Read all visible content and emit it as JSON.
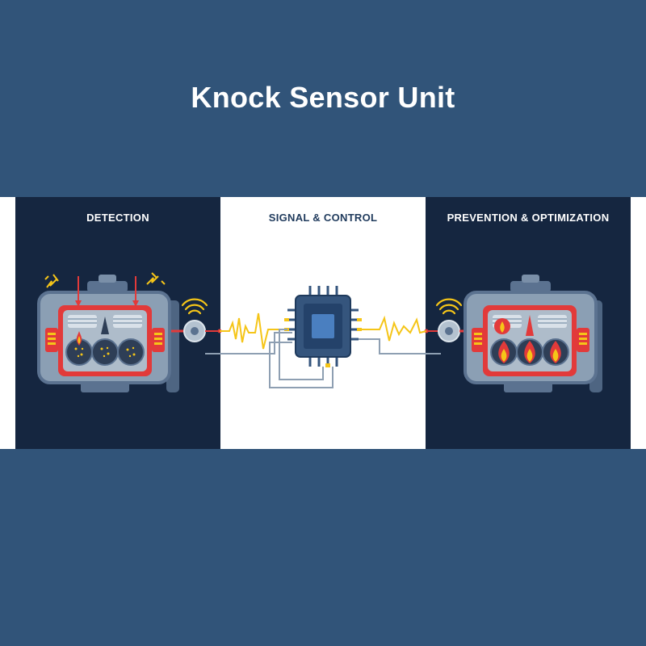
{
  "title": "Knock Sensor Unit",
  "panels": [
    {
      "label": "DETECTION"
    },
    {
      "label": "SIGNAL & CONTROL"
    },
    {
      "label": "PREVENTION & OPTIMIZATION"
    }
  ],
  "colors": {
    "background": "#315479",
    "dark_panel": "#152640",
    "engine_body": "#8b9fb4",
    "engine_red": "#e23a3a",
    "signal_wave": "#f5c518",
    "chip": "#35557d",
    "wire": "#8e9fb2"
  },
  "icons": [
    "engine-icon",
    "knock-spark-icon",
    "sensor-icon",
    "wifi-signal-icon",
    "microchip-icon",
    "flame-icon",
    "signal-wave-icon"
  ]
}
